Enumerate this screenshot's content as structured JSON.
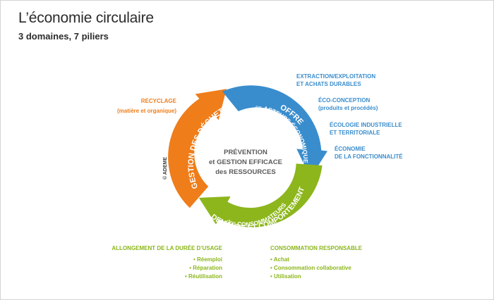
{
  "title": "L’économie circulaire",
  "subtitle": "3 domaines, 7 piliers",
  "colors": {
    "orange": "#ef7d1a",
    "blue": "#3a8dcd",
    "green": "#8cb61c",
    "text": "#2b2b2b"
  },
  "arrows": {
    "dechets": "GESTION DES DÉCHETS",
    "offre_line1": "OFFRE",
    "offre_line2_a": "des ",
    "offre_line2_b": "ACTEURS ÉCONOMIQUES",
    "demande_line1": "DEMANDE ET COMPORTEMENT",
    "demande_line2_a": "des ",
    "demande_line2_b": "CONSOMMATEURS"
  },
  "center": {
    "line1": "PRÉVENTION",
    "line2": "et GESTION EFFICACE",
    "line3": "des RESSOURCES"
  },
  "ademe": "© ADEME",
  "recyclage": {
    "title": "RECYCLAGE",
    "sub": "(matière et organique)"
  },
  "offre_piliers": [
    {
      "l1": "EXTRACTION/EXPLOITATION",
      "l2": "ET ACHATS DURABLES"
    },
    {
      "l1": "ÉCO-CONCEPTION",
      "l2": "(produits et procédés)"
    },
    {
      "l1": "ÉCOLOGIE INDUSTRIELLE",
      "l2": "ET TERRITORIALE"
    },
    {
      "l1": "ÉCONOMIE",
      "l2": "DE LA FONCTIONNALITÉ"
    }
  ],
  "allongement": {
    "title": "ALLONGEMENT DE LA DURÉE D’USAGE",
    "items": [
      "• Réemploi",
      "• Réparation",
      "• Réutilisation"
    ]
  },
  "consommation": {
    "title": "CONSOMMATION RESPONSABLE",
    "items": [
      "• Achat",
      "• Consommation collaborative",
      "• Utilisation"
    ]
  }
}
